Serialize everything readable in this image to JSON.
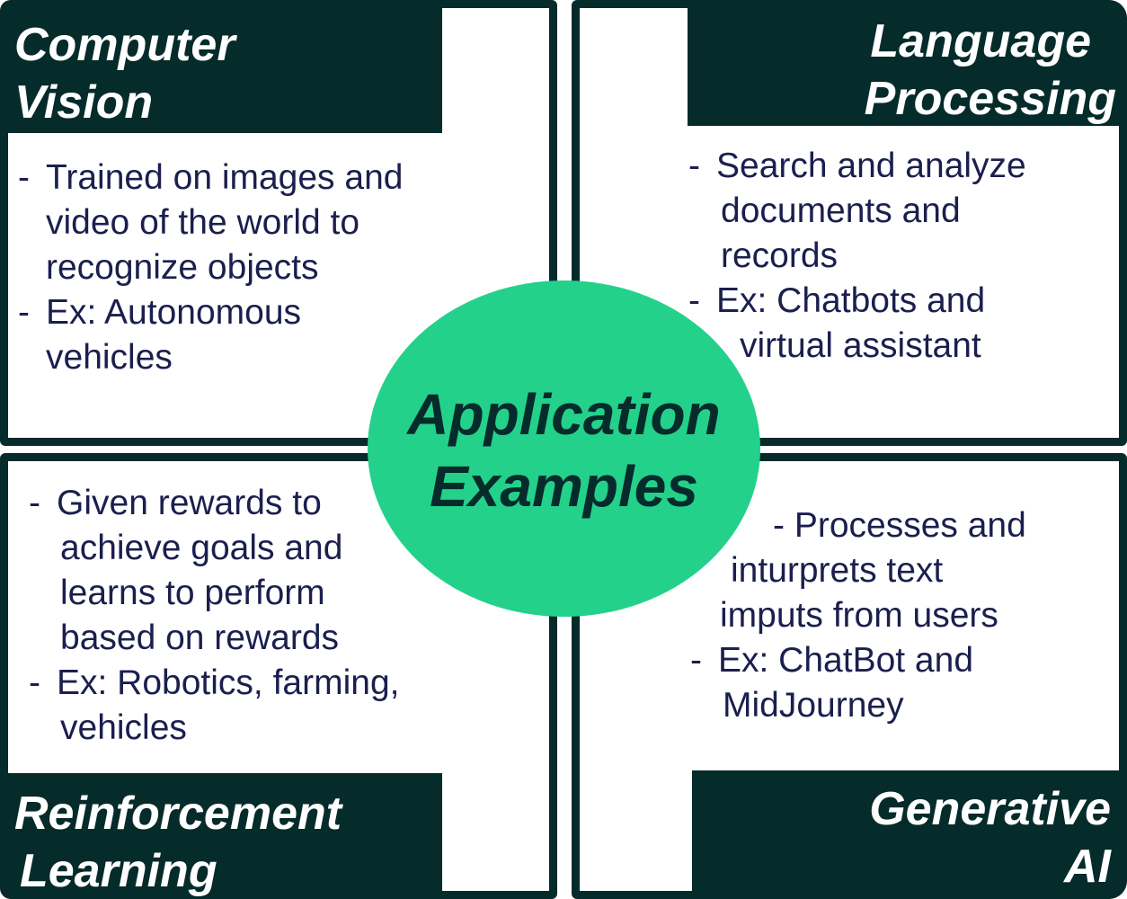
{
  "center": {
    "line1": "Application",
    "line2": "Examples"
  },
  "quadrants": {
    "computer_vision": {
      "title_line1": "Computer",
      "title_line2": "Vision",
      "bullets": [
        [
          "Trained on images and",
          "video of the world to",
          "recognize objects"
        ],
        [
          "Ex: Autonomous",
          "vehicles"
        ]
      ]
    },
    "language_processing": {
      "title_line1": "Language",
      "title_line2": "Processing",
      "bullets": [
        [
          "Search and analyze",
          "documents and",
          "records"
        ],
        [
          "Ex: Chatbots and",
          "virtual assistant"
        ]
      ]
    },
    "reinforcement_learning": {
      "title_line1": "Reinforcement",
      "title_line2": "Learning",
      "bullets": [
        [
          "Given rewards to",
          "achieve goals and",
          "learns to perform",
          "based on rewards"
        ],
        [
          "Ex: Robotics, farming,",
          "vehicles"
        ]
      ]
    },
    "generative_ai": {
      "title_line1": "Generative",
      "title_line2": "AI",
      "bullets": [
        [
          "Processes and",
          "inturprets text",
          "imputs from users"
        ],
        [
          "Ex: ChatBot and",
          "MidJourney"
        ]
      ]
    }
  },
  "colors": {
    "dark": "#062b2b",
    "accent": "#23d18b",
    "text": "#1a1f4e"
  }
}
